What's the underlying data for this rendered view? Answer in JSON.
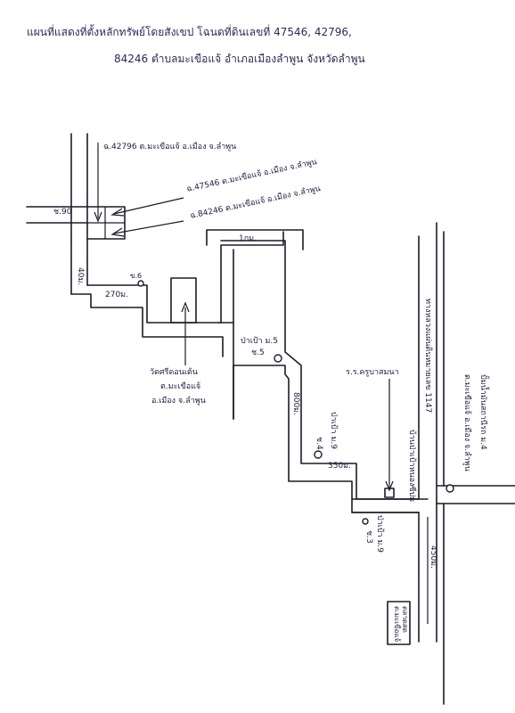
{
  "title": {
    "line1": "แผนที่แสดงที่ตั้งหลักทรัพย์โดยสังเขป โฉนดที่ดินเลขที่ 47546, 42796,",
    "line2": "84246 ตำบลมะเขือแจ้ อำเภอเมืองลำพูน จังหวัดลำพูน"
  },
  "labels": {
    "plot_42796": "ฉ.42796 ต.มะเขือแจ้ อ.เมือง จ.ลำพูน",
    "plot_47546": "ฉ.47546 ต.มะเขือแจ้ อ.เมือง จ.ลำพูน",
    "plot_84246": "ฉ.84246 ต.มะเขือแจ้ อ.เมือง จ.ลำพูน",
    "hydrant_left": "ช.90",
    "width_40": "40ม.",
    "distance_270": "270ม.",
    "marker_small": "ข.6",
    "distance_1km": "1กม.",
    "temple_line1": "วัดศรีดอนเต้น",
    "temple_line2": "ต.มะเขือแจ้",
    "temple_line3": "อ.เมือง จ.ลำพูน",
    "village_5": "ป่าเป้า ม.5",
    "village_5_code": "ช.5",
    "distance_800": "800ม.",
    "village_9_mid": "ป่าเป้า ม.9",
    "village_9_mid_code": "ช.4",
    "distance_350": "350ม.",
    "school": "ร.ร.ครูบาสมนา",
    "pond": "บ้านป่าเป้าหนองซีปม",
    "highway": "ทางหลวงแผ่นดินหมายเลข 1147",
    "pole_right_line1": "ปั้มน้ำมันสถานีรถ ม.4",
    "pole_right_line2": "ต.มะเขือแจ้ อ.เมือง จ.ลำพูน",
    "village_9_low": "ป่าเป้า ม.9",
    "village_9_low_code": "ช.3",
    "distance_450": "450ม.",
    "box_line1": "ตลาดสด",
    "box_line2": "ต.มะเขือแจ้"
  }
}
